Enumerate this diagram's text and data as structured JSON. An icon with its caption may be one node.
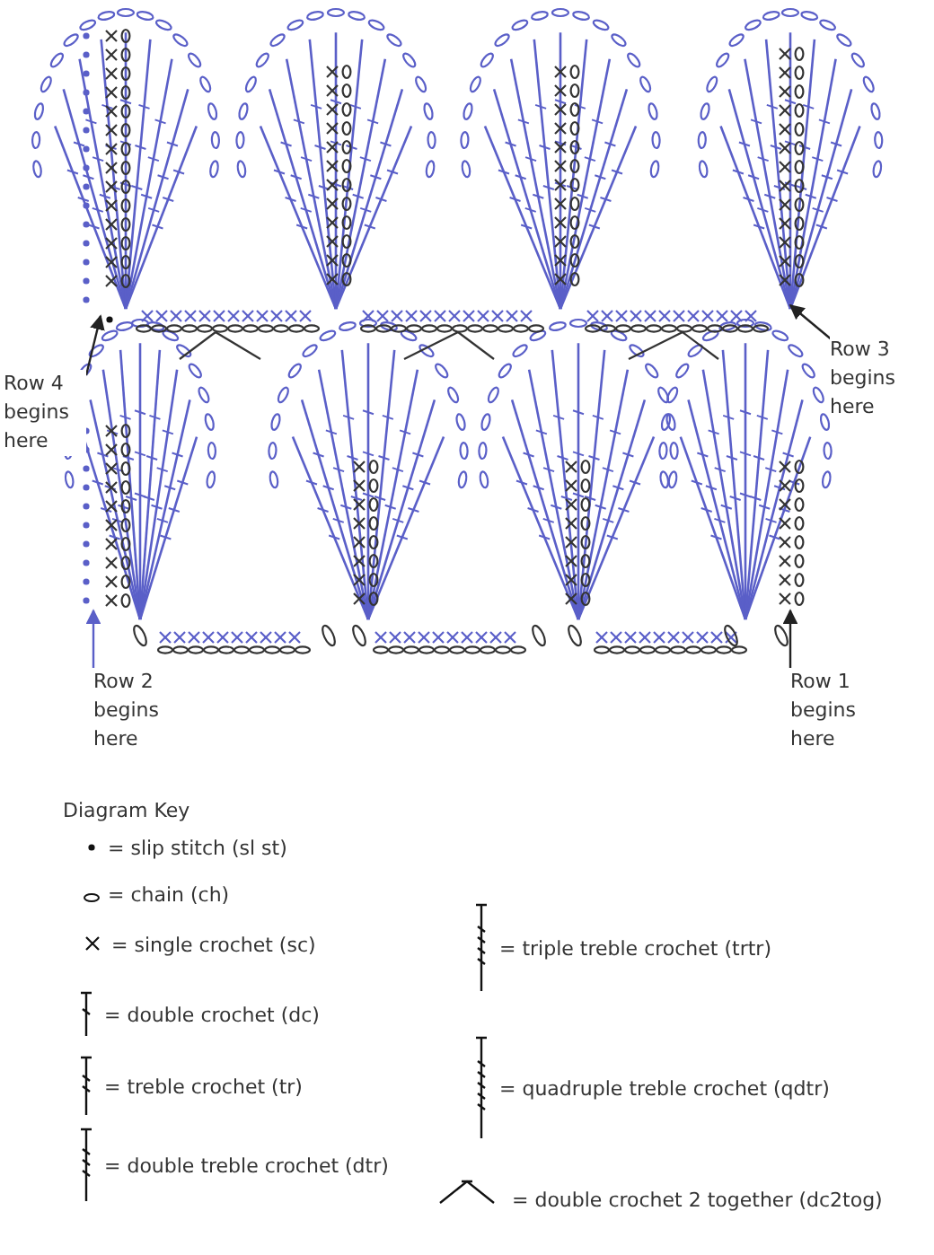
{
  "diagram": {
    "nodes": [
      {
        "text": [
          "Row 4 begins here"
        ]
      },
      {
        "text": [
          "Row 3 begins here"
        ]
      },
      {
        "text": [
          "Row 2 begins here"
        ]
      },
      {
        "text": [
          "Row 1 begins here"
        ]
      }
    ],
    "edges": [
      {
        "from": 0,
        "to": null,
        "arrow": "to"
      },
      {
        "from": 1,
        "to": null,
        "arrow": "to"
      },
      {
        "from": 2,
        "to": null,
        "arrow": "to",
        "color": "#5a5fc8"
      },
      {
        "from": 3,
        "to": null,
        "arrow": "to"
      }
    ],
    "labels": [
      "Diagram Key"
    ],
    "legend": [
      {
        "text": "= slip stitch (sl st)"
      },
      {
        "text": "= chain (ch)"
      },
      {
        "text": "= single crochet (sc)"
      },
      {
        "text": "= double crochet (dc)"
      },
      {
        "text": "= treble crochet (tr)"
      },
      {
        "text": "= double treble crochet (dtr)"
      },
      {
        "text": "= triple treble crochet (trtr)"
      },
      {
        "text": "= quadruple treble crochet (qdtr)"
      },
      {
        "text": "= double crochet 2 together (dc2tog)"
      }
    ]
  }
}
